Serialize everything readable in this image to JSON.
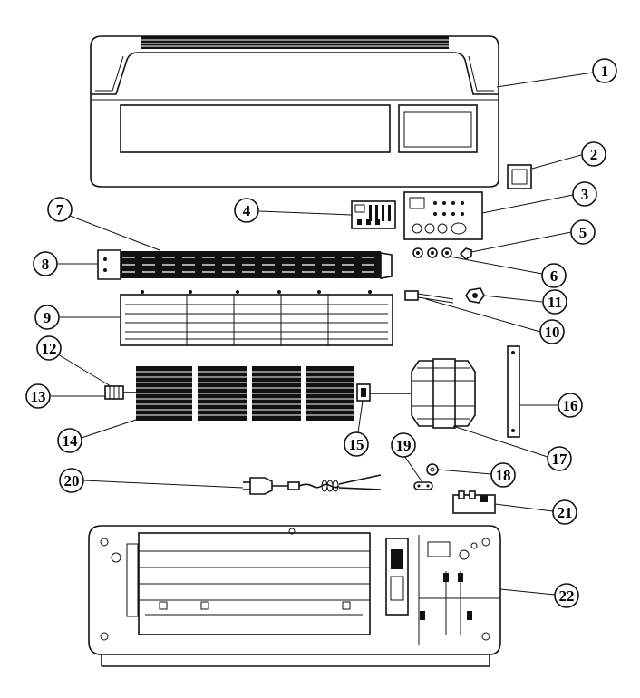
{
  "diagram": {
    "parts": [
      {
        "number": "1"
      },
      {
        "number": "2"
      },
      {
        "number": "3"
      },
      {
        "number": "4"
      },
      {
        "number": "5"
      },
      {
        "number": "6"
      },
      {
        "number": "7"
      },
      {
        "number": "8"
      },
      {
        "number": "9"
      },
      {
        "number": "10"
      },
      {
        "number": "11"
      },
      {
        "number": "12"
      },
      {
        "number": "13"
      },
      {
        "number": "14"
      },
      {
        "number": "15"
      },
      {
        "number": "16"
      },
      {
        "number": "17"
      },
      {
        "number": "18"
      },
      {
        "number": "19"
      },
      {
        "number": "20"
      },
      {
        "number": "21"
      },
      {
        "number": "22"
      }
    ],
    "colors": {
      "line": "#111111",
      "background": "#ffffff"
    }
  }
}
